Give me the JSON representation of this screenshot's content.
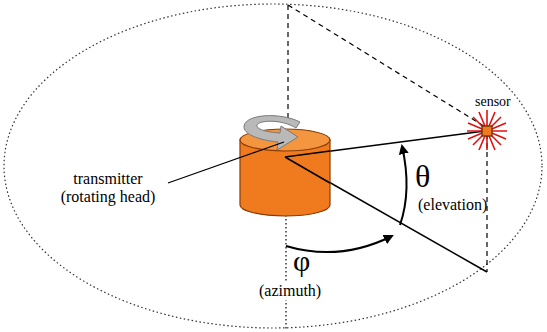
{
  "diagram": {
    "labels": [
      "transmitter (rotating head)",
      "sensor",
      "θ",
      "(elevation)",
      "φ",
      "(azimuth)"
    ]
  }
}
